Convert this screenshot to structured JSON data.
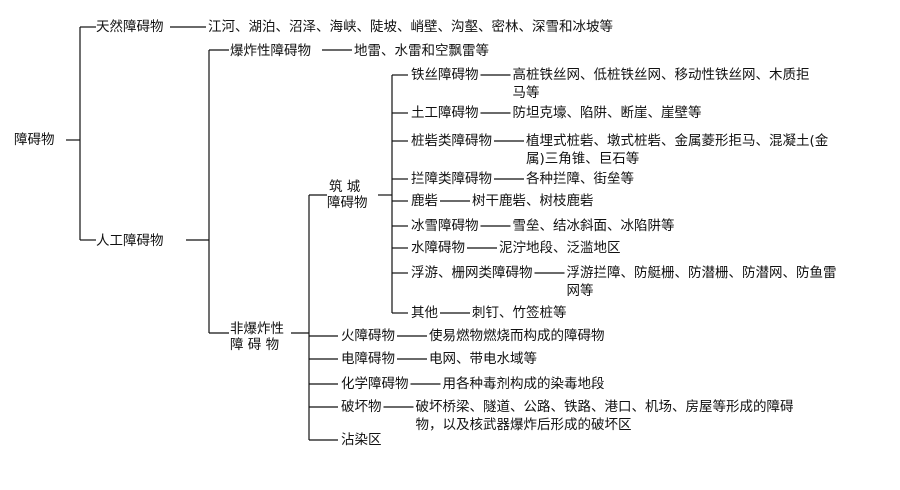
{
  "root": "障碍物",
  "natural": {
    "label": "天然障碍物",
    "examples": "江河、湖泊、沼泽、海峡、陡坡、峭壁、沟壑、密林、深雪和冰坡等"
  },
  "artificial": {
    "label": "人工障碍物",
    "explosive": {
      "label": "爆炸性障碍物",
      "examples": "地雷、水雷和空飘雷等"
    },
    "non_explosive": {
      "label_line1": "非爆炸性",
      "label_line2": "障 碍 物",
      "fortification": {
        "label_line1": "筑 城",
        "label_line2": "障碍物",
        "items": [
          {
            "label": "铁丝障碍物",
            "ex1": "高桩铁丝网、低桩铁丝网、移动性铁丝网、木质拒",
            "ex2": "马等"
          },
          {
            "label": "土工障碍物",
            "ex1": "防坦克壕、陷阱、断崖、崖壁等"
          },
          {
            "label": "桩砦类障碍物",
            "ex1": "植埋式桩砦、墩式桩砦、金属菱形拒马、混凝土(金",
            "ex2": "属)三角锥、巨石等"
          },
          {
            "label": "拦障类障碍物",
            "ex1": "各种拦障、街垒等"
          },
          {
            "label": "鹿砦",
            "ex1": "树干鹿砦、树枝鹿砦"
          },
          {
            "label": "冰雪障碍物",
            "ex1": "雪垒、结冰斜面、冰陷阱等"
          },
          {
            "label": "水障碍物",
            "ex1": "泥泞地段、泛滥地区"
          },
          {
            "label": "浮游、栅网类障碍物",
            "ex1": "浮游拦障、防艇栅、防潜栅、防潜网、防鱼雷",
            "ex2": "网等"
          },
          {
            "label": "其他",
            "ex1": "刺钉、竹签桩等"
          }
        ]
      },
      "others": [
        {
          "label": "火障碍物",
          "ex1": "使易燃物燃烧而构成的障碍物"
        },
        {
          "label": "电障碍物",
          "ex1": "电网、带电水域等"
        },
        {
          "label": "化学障碍物",
          "ex1": "用各种毒剂构成的染毒地段"
        },
        {
          "label": "破坏物",
          "ex1": "破坏桥梁、隧道、公路、铁路、港口、机场、房屋等形成的障碍",
          "ex2": "物，以及核武器爆炸后形成的破坏区"
        },
        {
          "label": "沾染区"
        }
      ]
    }
  }
}
